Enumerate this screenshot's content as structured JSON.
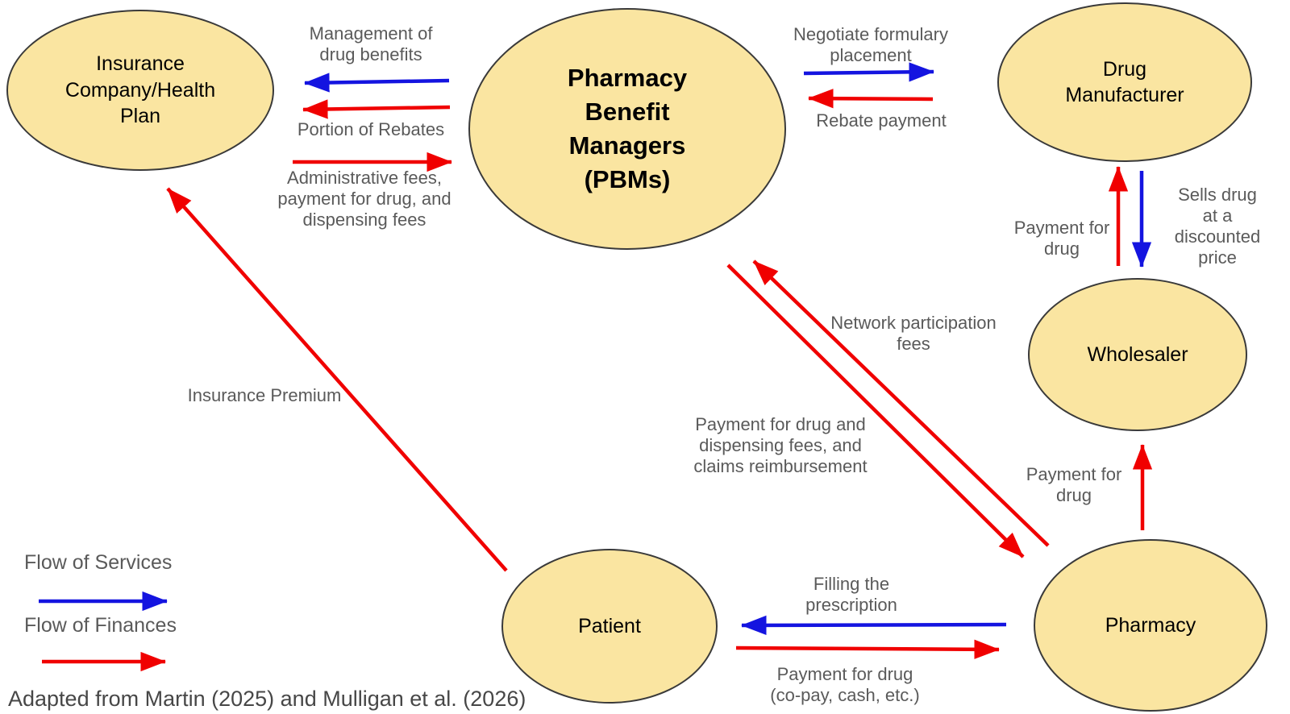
{
  "nodes": {
    "insurance": {
      "label": "Insurance\nCompany/Health\nPlan"
    },
    "pbm": {
      "label": "Pharmacy\nBenefit\nManagers\n(PBMs)"
    },
    "drug_manufacturer": {
      "label": "Drug\nManufacturer"
    },
    "wholesaler": {
      "label": "Wholesaler"
    },
    "pharmacy": {
      "label": "Pharmacy"
    },
    "patient": {
      "label": "Patient"
    }
  },
  "edges": [
    {
      "from": "pbm",
      "to": "insurance",
      "flow": "service",
      "label": "Management of\ndrug benefits"
    },
    {
      "from": "pbm",
      "to": "insurance",
      "flow": "finance",
      "label": "Portion of Rebates"
    },
    {
      "from": "insurance",
      "to": "pbm",
      "flow": "finance",
      "label": "Administrative fees,\npayment for drug, and\ndispensing fees"
    },
    {
      "from": "pbm",
      "to": "drug_manufacturer",
      "flow": "service",
      "label": "Negotiate formulary\nplacement"
    },
    {
      "from": "drug_manufacturer",
      "to": "pbm",
      "flow": "finance",
      "label": "Rebate payment"
    },
    {
      "from": "wholesaler",
      "to": "drug_manufacturer",
      "flow": "finance",
      "label": "Payment for\ndrug"
    },
    {
      "from": "drug_manufacturer",
      "to": "wholesaler",
      "flow": "service",
      "label": "Sells drug at a\ndiscounted price"
    },
    {
      "from": "pharmacy",
      "to": "pbm",
      "flow": "finance",
      "label": "Network participation\nfees"
    },
    {
      "from": "pbm",
      "to": "pharmacy",
      "flow": "finance",
      "label": "Payment for drug and\ndispensing fees, and\nclaims reimbursement"
    },
    {
      "from": "pharmacy",
      "to": "wholesaler",
      "flow": "finance",
      "label": "Payment for\ndrug"
    },
    {
      "from": "pharmacy",
      "to": "patient",
      "flow": "service",
      "label": "Filling the\nprescription"
    },
    {
      "from": "patient",
      "to": "pharmacy",
      "flow": "finance",
      "label": "Payment for drug\n(co-pay, cash, etc.)"
    },
    {
      "from": "patient",
      "to": "insurance",
      "flow": "finance",
      "label": "Insurance Premium"
    }
  ],
  "legend": {
    "services_label": "Flow of Services",
    "finances_label": "Flow of Finances"
  },
  "caption": "Adapted from Martin (2025) and Mulligan et al. (2026)",
  "colors": {
    "service": "#1414e0",
    "finance": "#f00000",
    "node_fill": "#fae5a1",
    "node_border": "#3a3a3a",
    "label_gray": "#5a5a5a",
    "caption_gray": "#474747"
  }
}
